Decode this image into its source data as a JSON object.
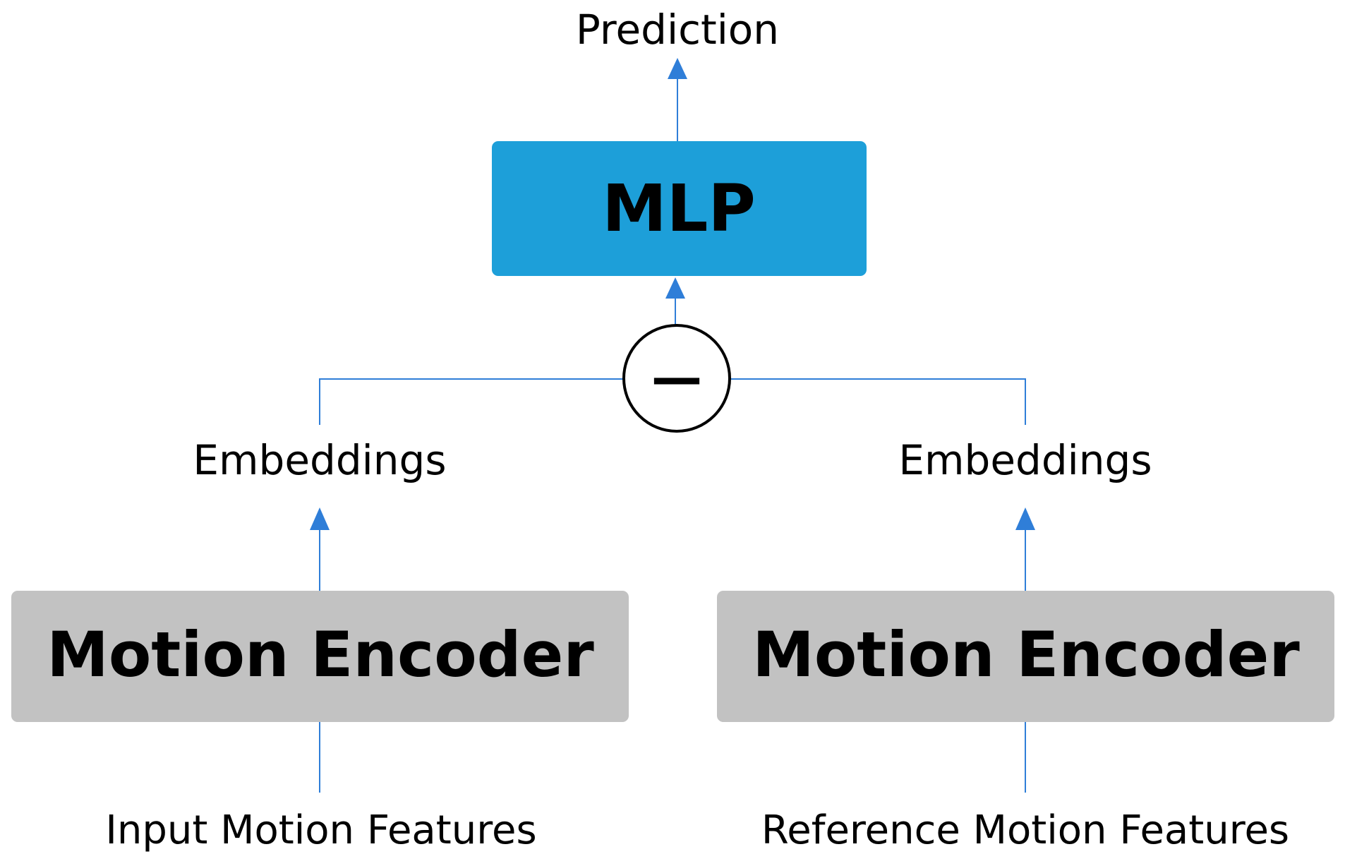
{
  "output_label": "Prediction",
  "mlp": {
    "label": "MLP"
  },
  "operator": {
    "symbol": "—"
  },
  "left_branch": {
    "embedding_label": "Embeddings",
    "encoder_label": "Motion Encoder",
    "input_label": "Input Motion Features"
  },
  "right_branch": {
    "embedding_label": "Embeddings",
    "encoder_label": "Motion Encoder",
    "input_label": "Reference Motion Features"
  },
  "colors": {
    "mlp_fill": "#1d9fd9",
    "encoder_fill": "#c2c2c2",
    "arrow": "#2f7ed8"
  }
}
